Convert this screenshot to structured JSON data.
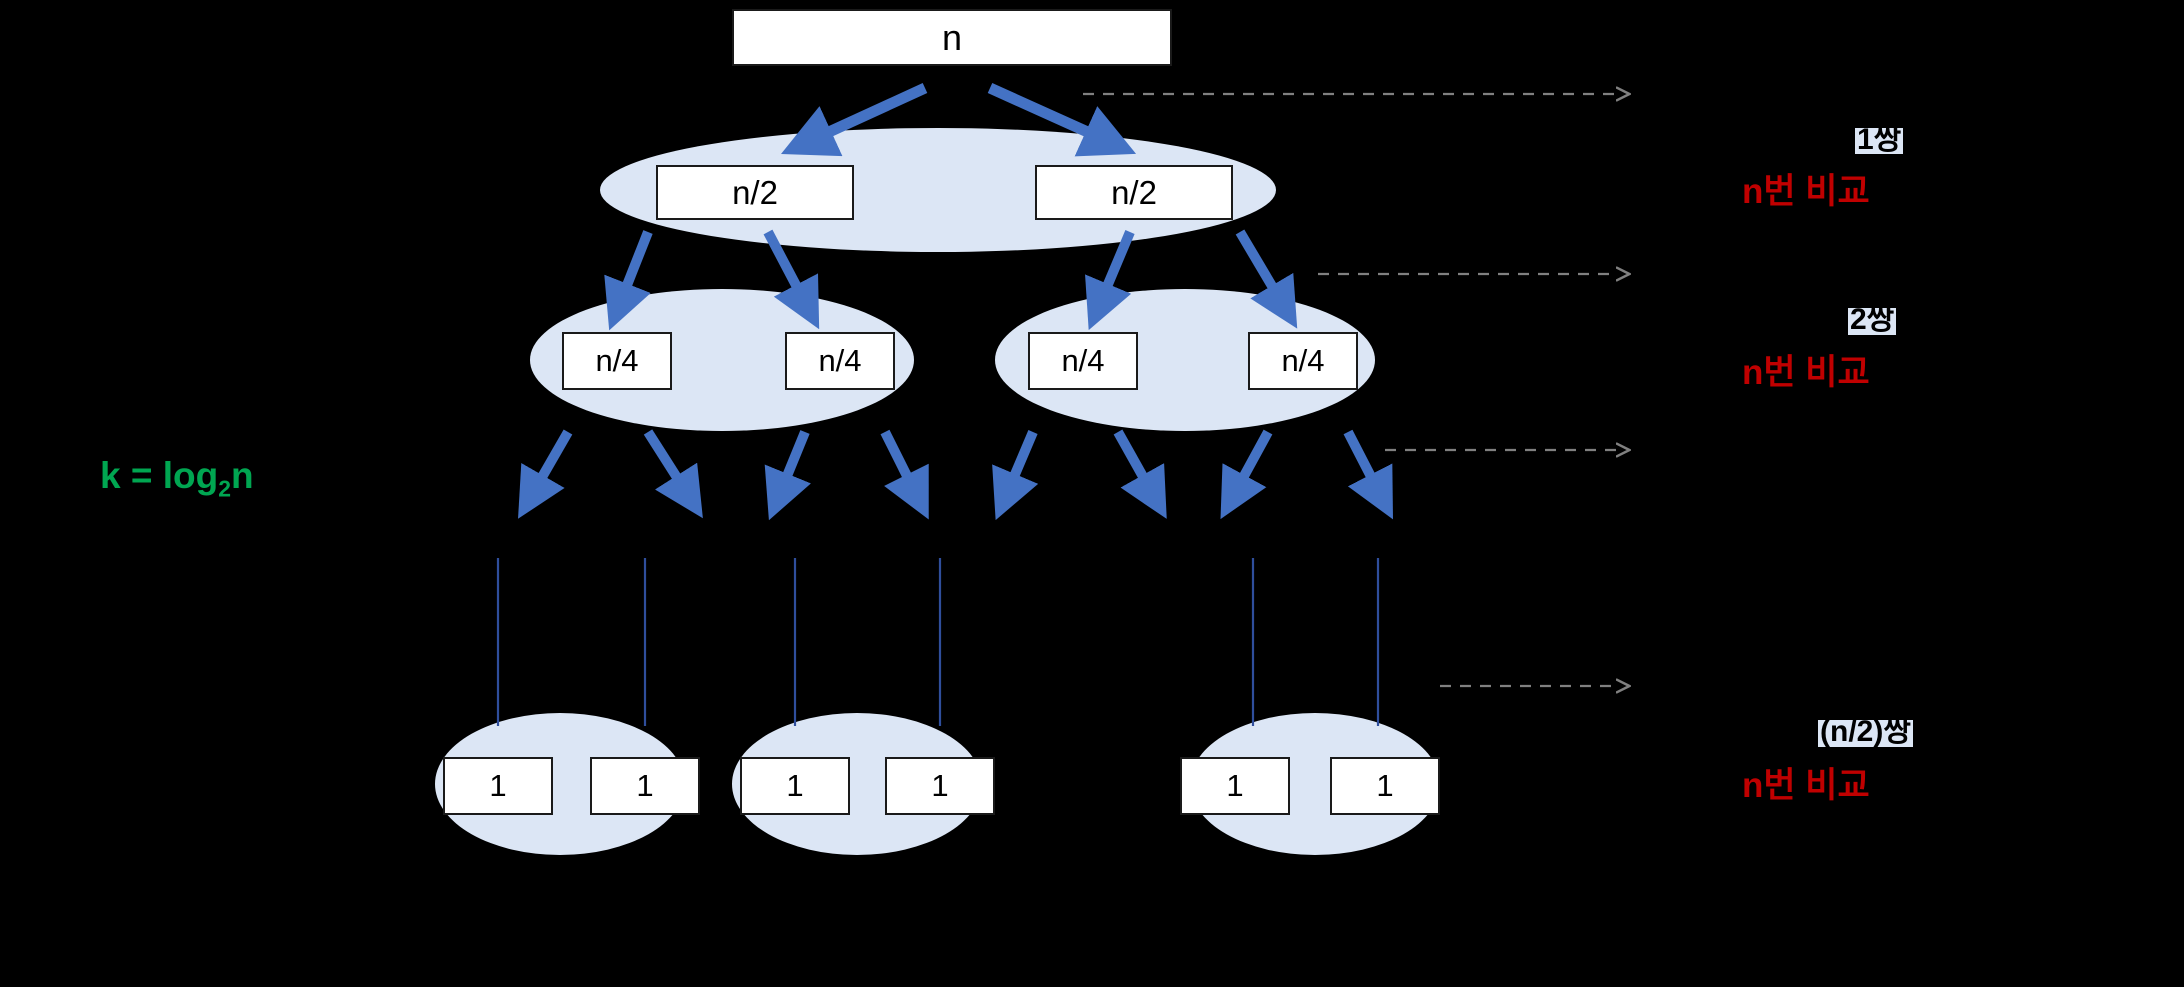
{
  "diagram": {
    "title_text": "merge sort recursion tree",
    "colors": {
      "background": "#000000",
      "ellipse_fill": "#dce6f5",
      "box_fill": "#ffffff",
      "box_border": "#1a1a1a",
      "arrow_blue": "#4472c4",
      "thin_line_blue": "#2f4e9c",
      "dashed_gray": "#808080",
      "red_text": "#c00000",
      "green_text": "#00a651",
      "pair_label_bg": "#dce6f5"
    },
    "levels": [
      {
        "level": 1,
        "node_labels": [
          "n"
        ],
        "pair_label": "1쌍",
        "compare_label": "n번 비교"
      },
      {
        "level": 2,
        "node_labels": [
          "n/2",
          "n/2"
        ],
        "pair_label": "2쌍",
        "compare_label": "n번 비교"
      },
      {
        "level": 3,
        "node_labels": [
          "n/4",
          "n/4",
          "n/4",
          "n/4"
        ],
        "pair_label": "",
        "compare_label": ""
      },
      {
        "level": 4,
        "node_labels": [
          "1",
          "1",
          "1",
          "1",
          "1",
          "1"
        ],
        "pair_label": "(n/2)쌍",
        "compare_label": "n번 비교"
      }
    ],
    "nodes": {
      "root": "n",
      "half_left": "n/2",
      "half_right": "n/2",
      "quarter_1": "n/4",
      "quarter_2": "n/4",
      "quarter_3": "n/4",
      "quarter_4": "n/4",
      "leaf_1": "1",
      "leaf_2": "1",
      "leaf_3": "1",
      "leaf_4": "1",
      "leaf_5": "1",
      "leaf_6": "1"
    },
    "annotations": {
      "depth_formula": "k = log",
      "depth_formula_sub": "2",
      "depth_formula_tail": "n",
      "depth_formula_full": "k = log2n"
    },
    "right_labels": [
      {
        "pair": "1쌍",
        "compare": "n번 비교"
      },
      {
        "pair": "2쌍",
        "compare": "n번 비교"
      },
      {
        "pair": "(n/2)쌍",
        "compare": "n번 비교"
      }
    ]
  }
}
